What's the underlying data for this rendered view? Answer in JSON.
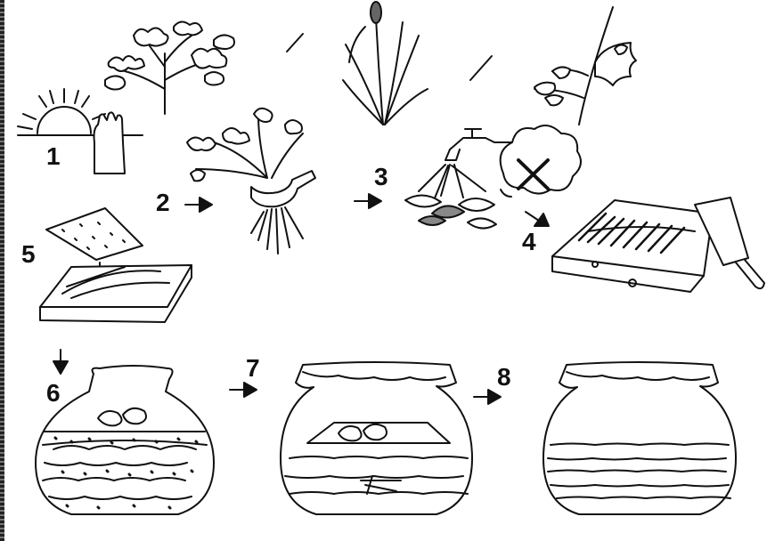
{
  "steps": {
    "s1": "1",
    "s2": "2",
    "s3": "3",
    "s4": "4",
    "s5": "5",
    "s6": "6",
    "s7": "7",
    "s8": "8"
  },
  "icons": {
    "plant_options": [
      "wormwood-plant-icon",
      "reed-plant-icon",
      "herb-plant-icon"
    ],
    "no_wash": "cross-icon",
    "tool": "cleaver-knife-icon",
    "vessel": "clay-pot-icon"
  }
}
